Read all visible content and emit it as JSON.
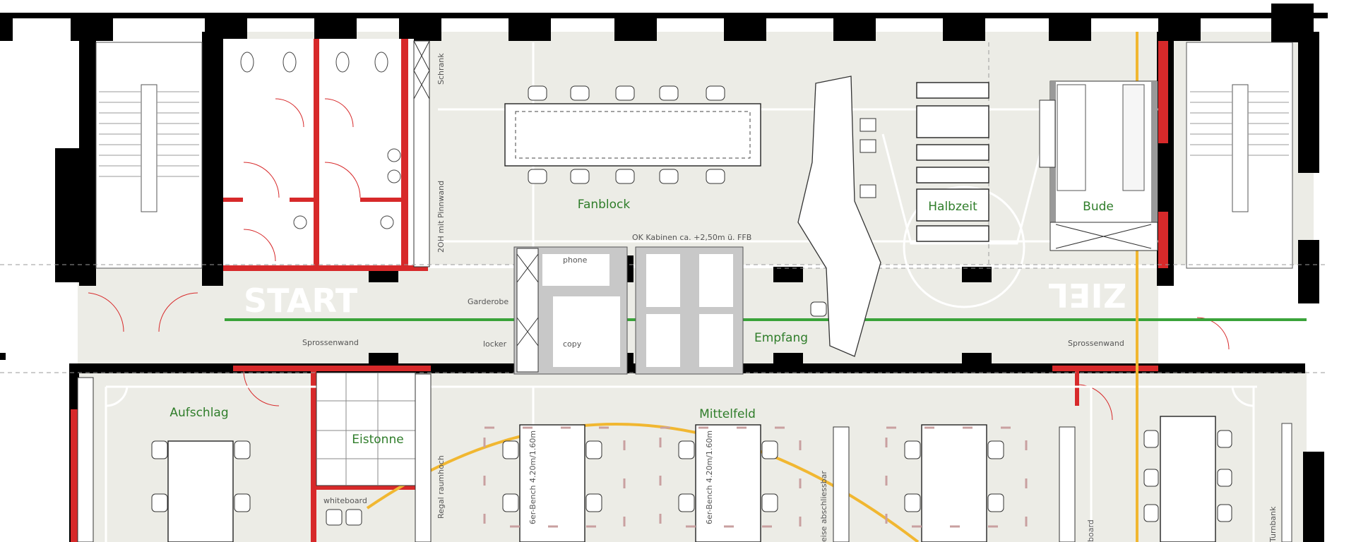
{
  "rooms": {
    "fanblock": "Fanblock",
    "halbzeit": "Halbzeit",
    "bude": "Bude",
    "empfang": "Empfang",
    "aufschlag": "Aufschlag",
    "eistonne": "Eistonne",
    "mittelfeld": "Mittelfeld"
  },
  "markers": {
    "start": "START",
    "ziel": "ZIEL"
  },
  "annotations": {
    "schrank": "Schrank",
    "pinnwand": "2OH mit Pinnwand",
    "kabinen_height": "OK Kabinen ca. +2,50m ü. FFB",
    "phone": "phone",
    "copy": "copy",
    "garderobe": "Garderobe",
    "locker": "locker",
    "sprossenwand_left": "Sprossenwand",
    "sprossenwand_right": "Sprossenwand",
    "whiteboard": "whiteboard",
    "regal": "Regal raumhoch",
    "bench1": "6er-Bench 4.20m/1.60m",
    "bench2": "6er-Bench 4.20m/1.60m",
    "abschliessbar": "eise abschliessbar",
    "board": "board",
    "turnbank": "Turnbank"
  },
  "colors": {
    "wall": "#000000",
    "partition": "#d7292a",
    "floor": "#ecece6",
    "route": "#3aa33a",
    "axis": "#f1b731",
    "room_label": "#2f7d2a"
  },
  "icons": [
    "toilet-icon",
    "chair-icon",
    "staircase-icon",
    "door-swing-icon",
    "storage-cabinet-icon"
  ]
}
